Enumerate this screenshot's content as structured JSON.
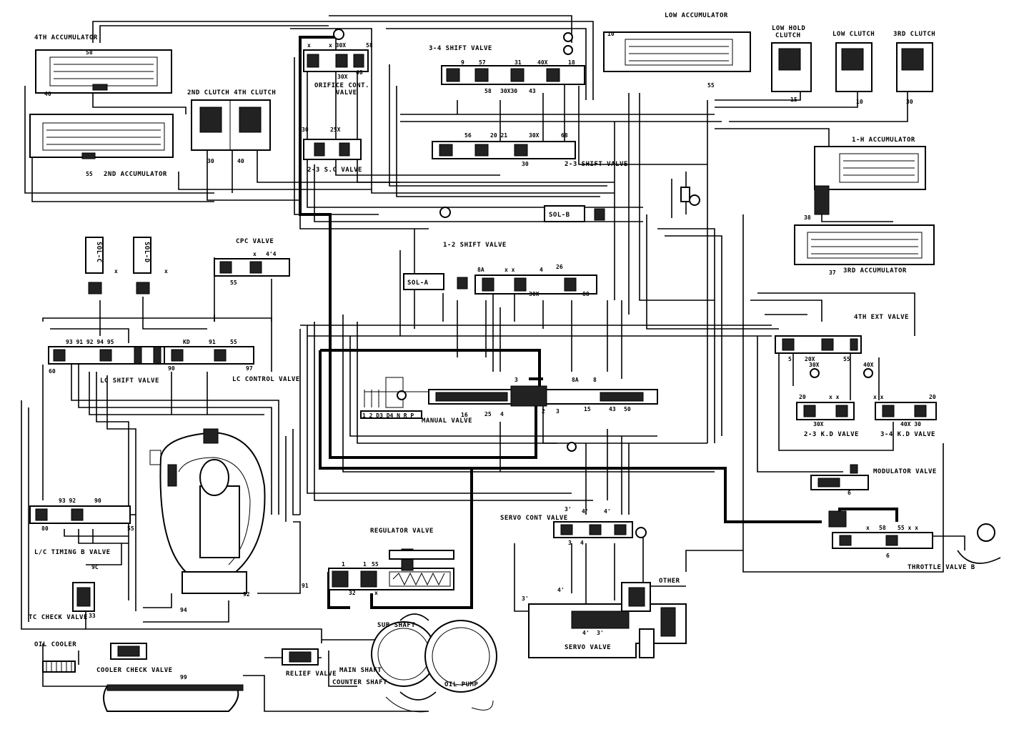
{
  "labels": {
    "acc_4th": "4TH ACCUMULATOR",
    "acc_2nd": "2ND ACCUMULATOR",
    "clutch_2nd_4th": "2ND CLUTCH  4TH CLUTCH",
    "orifice_cont": "ORIFICE CONT.",
    "orifice_cont2": "VALVE",
    "shift_34": "3-4 SHIFT VALVE",
    "shift_23": "2-3 SHIFT VALVE",
    "shift_12": "1-2 SHIFT VALVE",
    "low_acc": "LOW ACCUMULATOR",
    "low_hold": "LOW HOLD",
    "low_hold2": "CLUTCH",
    "low_clutch": "LOW CLUTCH",
    "clutch_3rd": "3RD CLUTCH",
    "acc_1h": "1-H ACCUMULATOR",
    "acc_3rd": "3RD ACCUMULATOR",
    "cpc_valve": "CPC VALVE",
    "sol_a": "SOL-A",
    "sol_b": "SOL-B",
    "sol_c": "SOL-C",
    "sol_d": "SOL-D",
    "lc_shift": "LC SHIFT VALVE",
    "lc_control": "LC CONTROL VALVE",
    "kd_valve": "4TH EXT VALVE",
    "manual_valve": "MANUAL VALVE",
    "kd_23": "2-3 K.D VALVE",
    "kd_34": "3-4 K.D VALVE",
    "modulator": "MODULATOR VALVE",
    "throttle_b": "THROTTLE VALVE B",
    "lc_timing": "L/C TIMING B VALVE",
    "tc_check": "TC CHECK VALVE",
    "oil_cooler": "OIL COOLER",
    "cooler_check": "COOLER CHECK VALVE",
    "regulator": "REGULATOR VALVE",
    "relief": "RELIEF VALVE",
    "main_shaft": "MAIN SHAFT",
    "counter_shaft": "COUNTER SHAFT",
    "sub_shaft": "SUB SHAFT",
    "oil_pump": "OIL PUMP",
    "servo_cont": "SERVO CONT VALVE",
    "servo_valve": "SERVO VALVE",
    "other": "OTHER",
    "sc_valve": "2-3 S.C VALVE",
    "manual_positions": "1 2 D3 D4 N R P"
  }
}
